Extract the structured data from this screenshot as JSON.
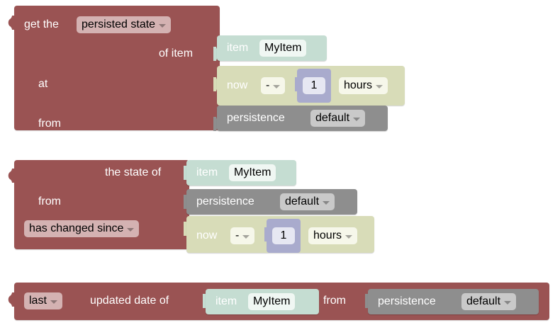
{
  "workspace": {
    "background": "#ffffff",
    "colors": {
      "persistence_block": "#9a5353",
      "persistence_field": "#d4b2b2",
      "item_block": "#c5ddd2",
      "item_field": "#f0f7f3",
      "datetime_block": "#d8dcb8",
      "datetime_field": "#f6f7ea",
      "persistence_service_block": "#8e8e8e",
      "persistence_service_field": "#c9c9c9",
      "number_block": "#a9abcd",
      "number_field": "#e6e7f2"
    }
  },
  "blocks": [
    {
      "id": "get-persisted-state",
      "type": "persistence-get",
      "rows": [
        {
          "label": "get the",
          "field": {
            "kind": "dropdown",
            "value": "persisted state"
          }
        },
        {
          "label": "of item",
          "child": {
            "id": "item-block-1",
            "type": "item",
            "label": "item",
            "field": {
              "kind": "text",
              "value": "MyItem"
            }
          }
        },
        {
          "label": "at",
          "child": {
            "id": "datetime-block-1",
            "type": "datetime-offset",
            "label": "now",
            "operator": {
              "kind": "dropdown",
              "value": "-"
            },
            "amount": {
              "kind": "number",
              "value": "1"
            },
            "unit": {
              "kind": "dropdown",
              "value": "hours"
            }
          }
        },
        {
          "label": "from",
          "child": {
            "id": "persistence-service-1",
            "type": "persistence-service",
            "label": "persistence",
            "field": {
              "kind": "dropdown",
              "value": "default"
            }
          }
        }
      ]
    },
    {
      "id": "state-changed-since",
      "type": "persistence-changed",
      "rows": [
        {
          "label": "the state of",
          "child": {
            "id": "item-block-2",
            "type": "item",
            "label": "item",
            "field": {
              "kind": "text",
              "value": "MyItem"
            }
          }
        },
        {
          "label": "from",
          "child": {
            "id": "persistence-service-2",
            "type": "persistence-service",
            "label": "persistence",
            "field": {
              "kind": "dropdown",
              "value": "default"
            }
          }
        },
        {
          "field": {
            "kind": "dropdown",
            "value": "has changed since"
          },
          "child": {
            "id": "datetime-block-2",
            "type": "datetime-offset",
            "label": "now",
            "operator": {
              "kind": "dropdown",
              "value": "-"
            },
            "amount": {
              "kind": "number",
              "value": "1"
            },
            "unit": {
              "kind": "dropdown",
              "value": "hours"
            }
          }
        }
      ]
    },
    {
      "id": "last-updated-date",
      "type": "persistence-updated-date",
      "rows": [
        {
          "field": {
            "kind": "dropdown",
            "value": "last"
          },
          "label": "updated date of",
          "label2": "from",
          "child": {
            "id": "item-block-3",
            "type": "item",
            "label": "item",
            "field": {
              "kind": "text",
              "value": "MyItem"
            }
          },
          "child2": {
            "id": "persistence-service-3",
            "type": "persistence-service",
            "label": "persistence",
            "field": {
              "kind": "dropdown",
              "value": "default"
            }
          }
        }
      ]
    }
  ]
}
